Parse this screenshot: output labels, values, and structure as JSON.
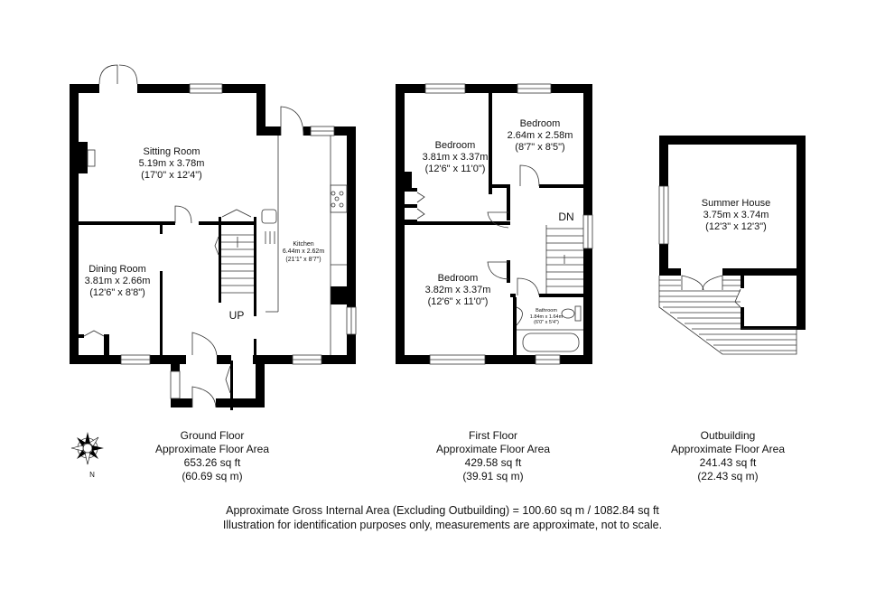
{
  "floors": [
    {
      "name": "Ground Floor",
      "area_label": "Approximate Floor Area",
      "area_sqft": "653.26 sq ft",
      "area_sqm": "(60.69 sq m)",
      "rooms": [
        {
          "name": "Sitting Room",
          "metric": "5.19m x 3.78m",
          "imperial": "(17'0\" x 12'4\")"
        },
        {
          "name": "Dining Room",
          "metric": "3.81m x 2.66m",
          "imperial": "(12'6\" x 8'8\")"
        },
        {
          "name": "Kitchen",
          "metric": "6.44m x 2.62m",
          "imperial": "(21'1\" x 8'7\")"
        }
      ],
      "stairs_label": "UP"
    },
    {
      "name": "First Floor",
      "area_label": "Approximate Floor Area",
      "area_sqft": "429.58 sq ft",
      "area_sqm": "(39.91 sq m)",
      "rooms": [
        {
          "name": "Bedroom",
          "metric": "3.81m x 3.37m",
          "imperial": "(12'6\" x 11'0\")"
        },
        {
          "name": "Bedroom",
          "metric": "2.64m x 2.58m",
          "imperial": "(8'7\" x 8'5\")"
        },
        {
          "name": "Bedroom",
          "metric": "3.82m x 3.37m",
          "imperial": "(12'6\" x 11'0\")"
        },
        {
          "name": "Bathroom",
          "metric": "1.84m x 1.64m",
          "imperial": "(6'0\" x 5'4\")"
        }
      ],
      "stairs_label": "DN"
    },
    {
      "name": "Outbuilding",
      "area_label": "Approximate Floor Area",
      "area_sqft": "241.43 sq ft",
      "area_sqm": "(22.43 sq m)",
      "rooms": [
        {
          "name": "Summer House",
          "metric": "3.75m x 3.74m",
          "imperial": "(12'3\" x 12'3\")"
        }
      ]
    }
  ],
  "compass": {
    "icon": "compass-rose-icon",
    "label": "N"
  },
  "footer": {
    "gross_area": "Approximate Gross Internal Area (Excluding Outbuilding) = 100.60 sq m / 1082.84 sq ft",
    "disclaimer": "Illustration for identification purposes only, measurements are approximate, not to scale."
  },
  "colors": {
    "wall": "#000000",
    "line": "#333333",
    "background": "#ffffff"
  }
}
